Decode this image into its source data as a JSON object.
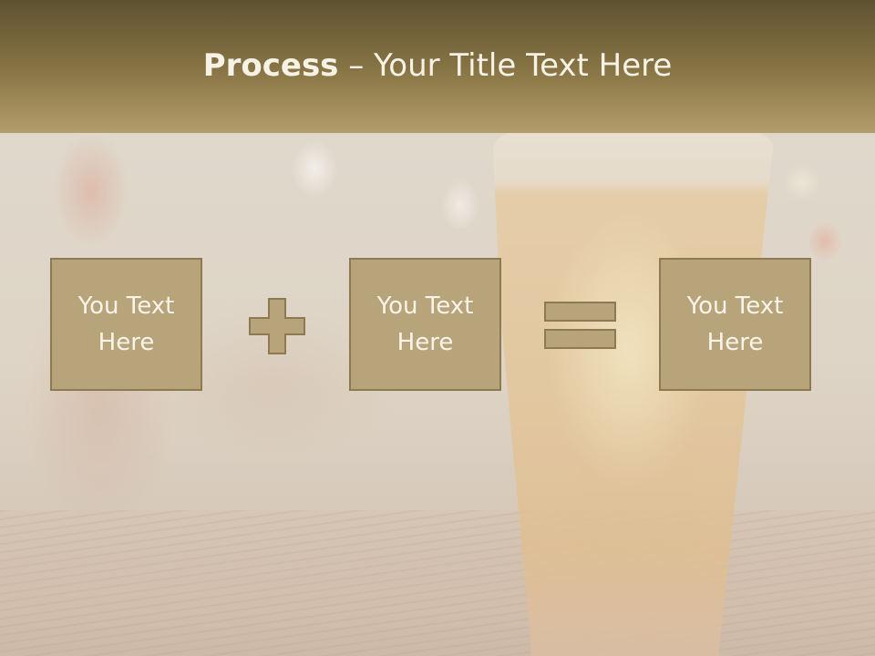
{
  "slide": {
    "title_bold": "Process",
    "title_rest": " – Your Title Text Here"
  },
  "process": {
    "steps": [
      {
        "label": "You Text Here"
      },
      {
        "label": "You Text Here"
      },
      {
        "label": "You Text Here"
      }
    ],
    "operators": [
      "plus-icon",
      "equals-icon"
    ]
  },
  "colors": {
    "header": "#8a7646",
    "box_fill": "#b8a47a",
    "box_border": "#8d7a52",
    "text_light": "#f8f4ea"
  }
}
